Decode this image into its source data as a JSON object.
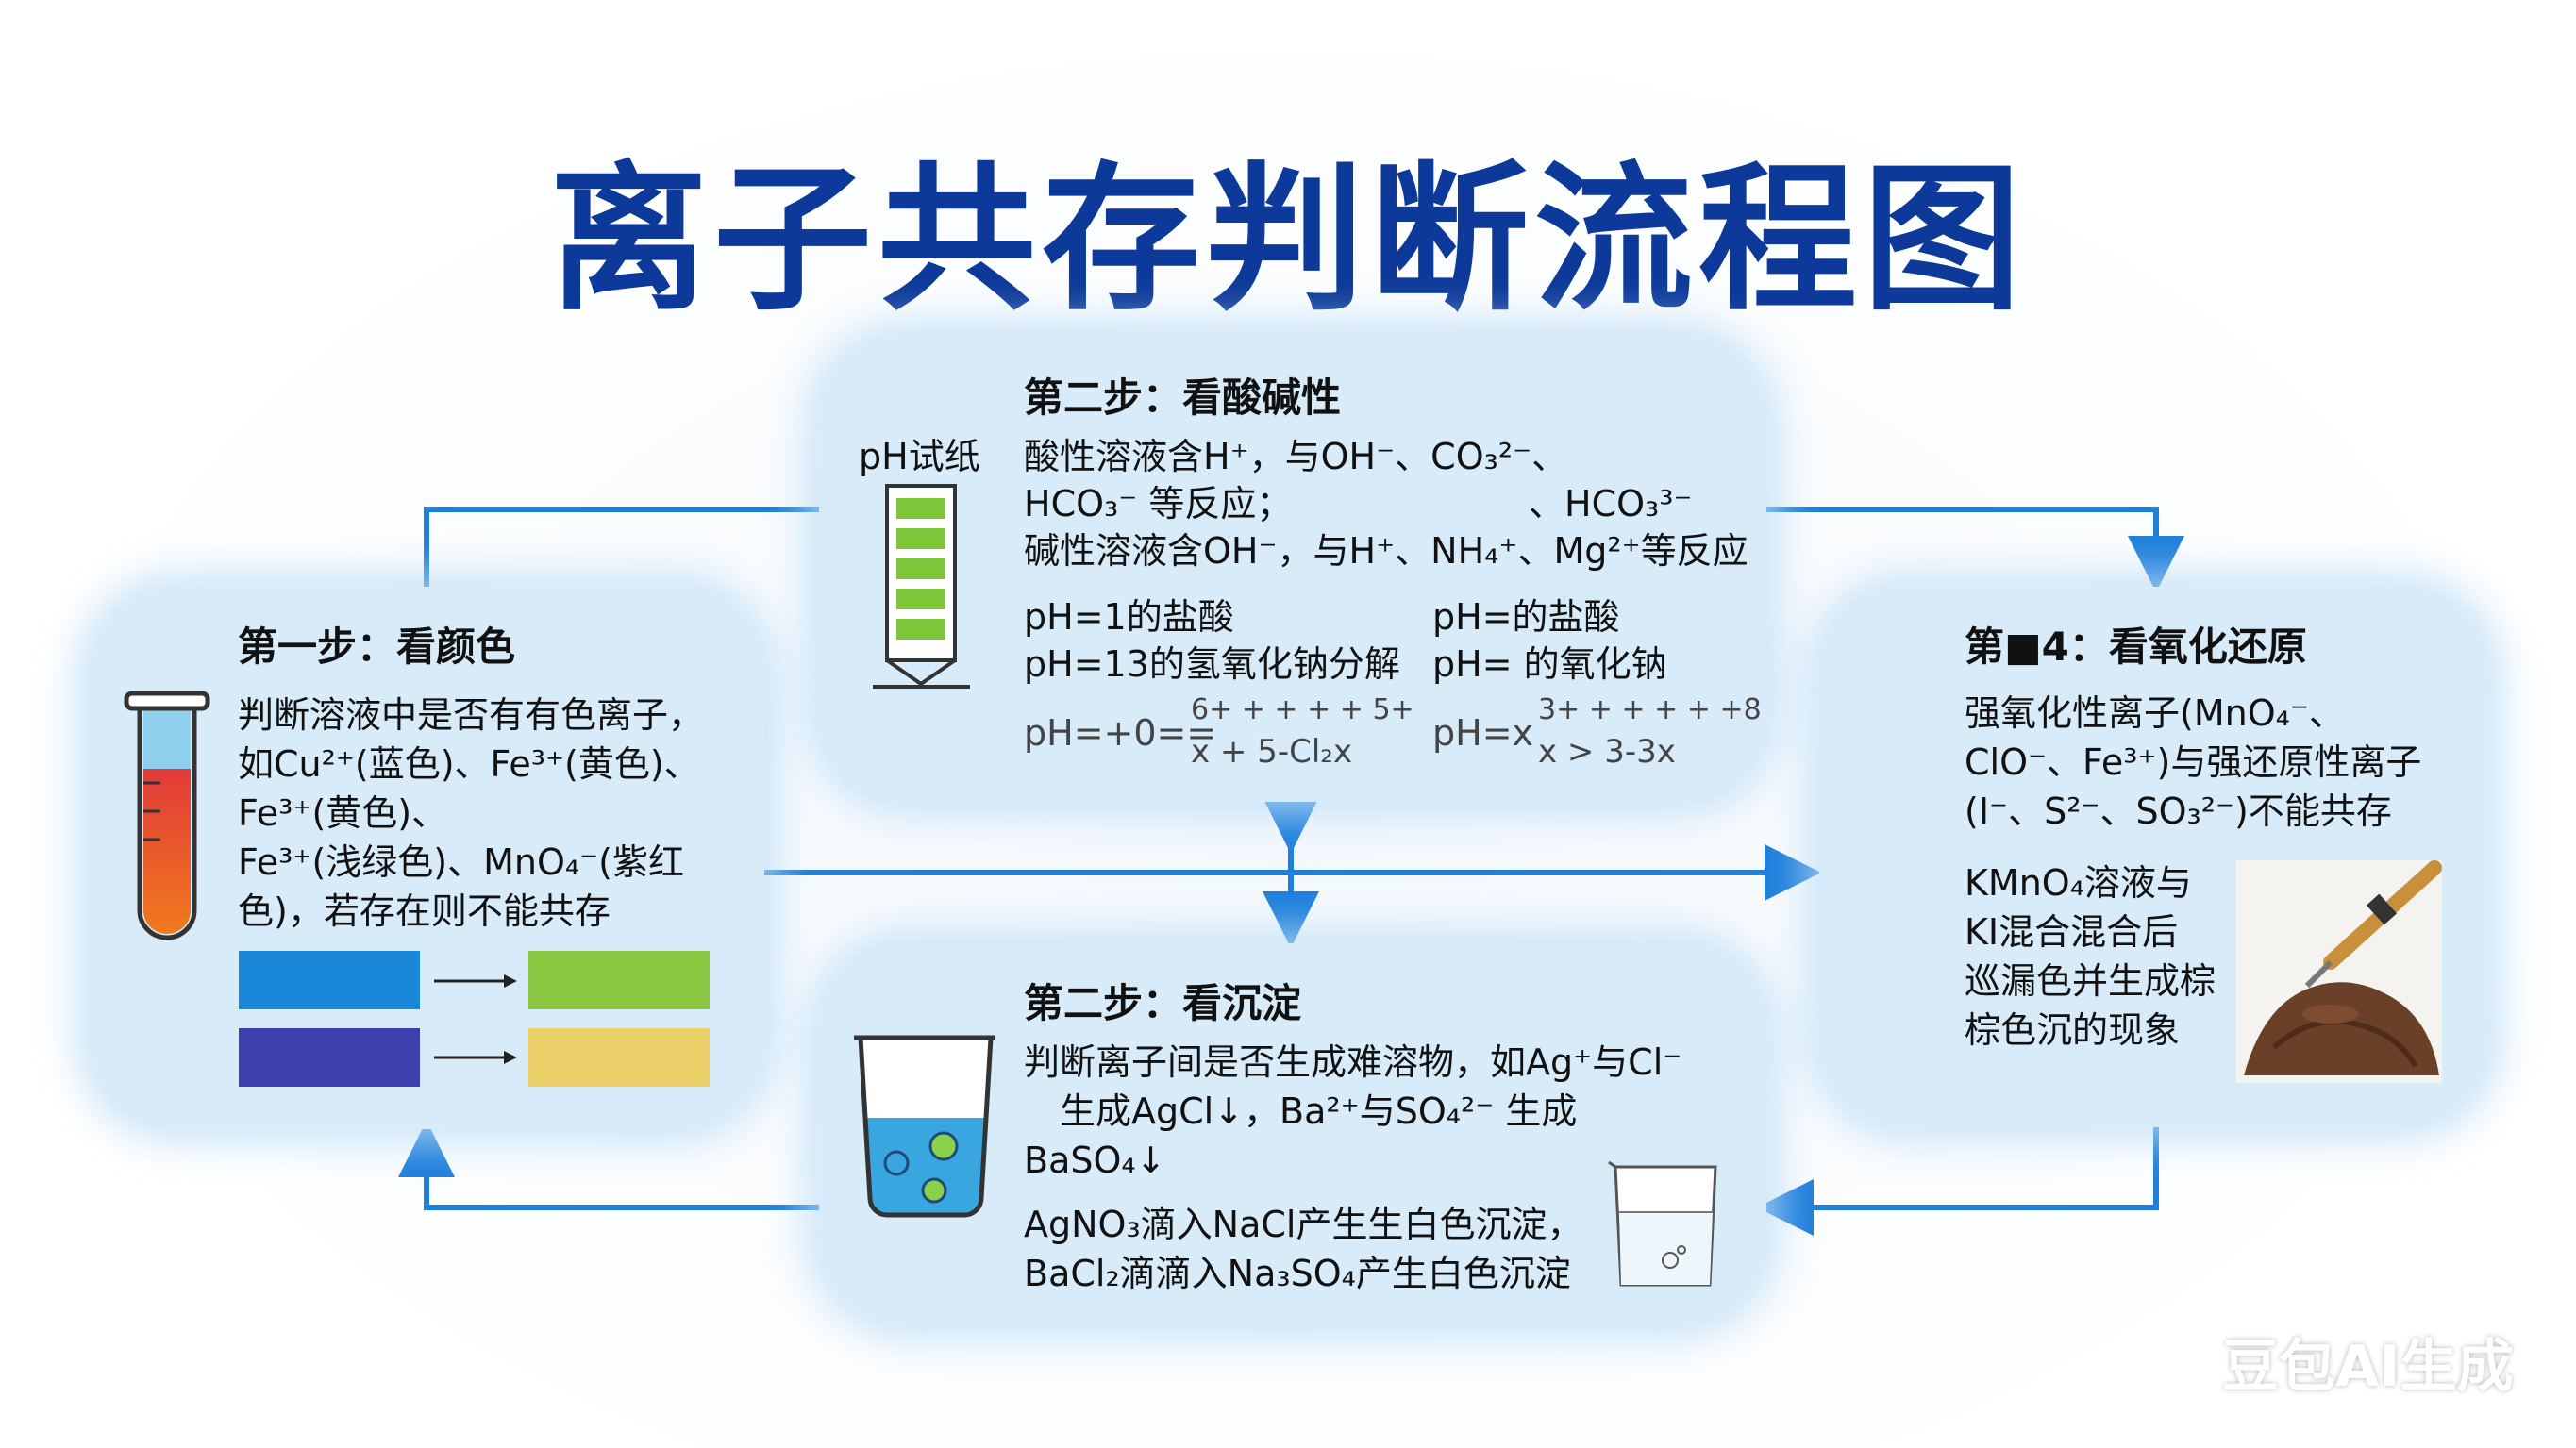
{
  "title": "离子共存判断流程图",
  "step1": {
    "title": "第一步：看颜色",
    "lines": [
      "判断溶液中是否有有色离子，",
      "如Cu²⁺(蓝色)、Fe³⁺(黄色)、",
      "Fe³⁺(黄色)、",
      "Fe³⁺(浅绿色)、MnO₄⁻(紫红",
      "色)，若存在则不能共存"
    ],
    "swatches": [
      "#1a88d8",
      "#8ac63f",
      "#3f3fb0",
      "#ecd06a"
    ]
  },
  "step2a": {
    "title": "第二步：看酸碱性",
    "ph_label": "pH试纸",
    "lines": [
      "酸性溶液含H⁺，与OH⁻、CO₃²⁻、",
      "HCO₃⁻ 等反应；",
      "碱性溶液含OH⁻，与H⁺、NH₄⁺、Mg²⁺等反应"
    ],
    "right_fragment": "、HCO₃³⁻",
    "ex_left": [
      "pH=1的盐酸",
      "pH=13的氢氧化钠分解"
    ],
    "ex_right": [
      "pH=的盐酸",
      "pH= 的氧化钠"
    ],
    "formula_left_a": "pH=+0==",
    "formula_left_top": "6+ + + + + 5+",
    "formula_left_bot": "x + 5-Cl₂x",
    "formula_right_a": "pH=x",
    "formula_right_top": "3+ + + + + +8",
    "formula_right_bot": "x > 3-3x"
  },
  "step2b": {
    "title": "第二步：看沉淀",
    "lines": [
      "判断离子间是否生成难溶物，如Ag⁺与Cl⁻",
      "　生成AgCl↓，Ba²⁺与SO₄²⁻ 生成",
      "BaSO₄↓"
    ],
    "examples": [
      "AgNO₃滴入NaCl产生生白色沉淀，",
      "BaCl₂滴滴入Na₃SO₄产生白色沉淀"
    ]
  },
  "step4": {
    "title": "第■4：看氧化还原",
    "lines": [
      "强氧化性离子(MnO₄⁻、",
      "ClO⁻、Fe³⁺)与强还原性离子",
      "(I⁻、S²⁻、SO₃²⁻)不能共存"
    ],
    "examples": [
      "KMnO₄溶液与",
      "KI混合混合后",
      "巡漏色并生成棕",
      "棕色沉的现象"
    ]
  },
  "colors": {
    "title": "#0d3a9a",
    "arrow": "#1e7fdc",
    "box": "#d7ebf9",
    "ph_green": "#7dc63a"
  },
  "watermark": "豆包AI生成"
}
